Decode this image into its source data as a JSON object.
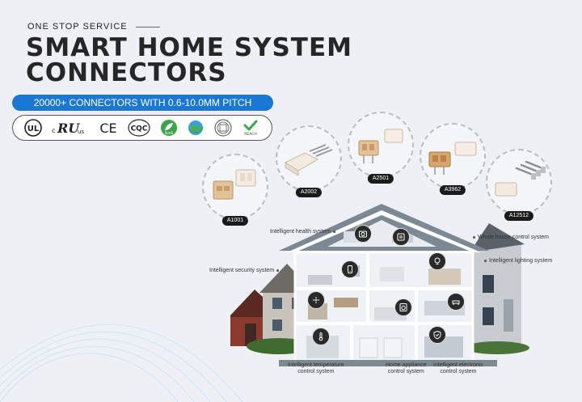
{
  "header": {
    "eyebrow": "ONE STOP SERVICE",
    "title_line1": "SMART HOME SYSTEM",
    "title_line2": "CONNECTORS",
    "pitch": "20000+ CONNECTORS  WITH 0.6-10.0MM PITCH"
  },
  "certifications": [
    {
      "icon": "ul-icon",
      "text": "UL"
    },
    {
      "icon": "cru-us-icon",
      "text": "RU",
      "prefix": "c",
      "suffix": "us"
    },
    {
      "icon": "ce-icon",
      "text": "CE"
    },
    {
      "icon": "cqc-icon",
      "text": "CQC"
    },
    {
      "icon": "rohs-icon",
      "text": "RoHS"
    },
    {
      "icon": "globe-icon",
      "text": ""
    },
    {
      "icon": "iso-seal-icon",
      "text": ""
    },
    {
      "icon": "reach-icon",
      "text": "REACH"
    }
  ],
  "connectors": [
    {
      "model": "A1001"
    },
    {
      "model": "A2002"
    },
    {
      "model": "A2501"
    },
    {
      "model": "A3962"
    },
    {
      "model": "A12512"
    }
  ],
  "systems": {
    "health": "Intelligent health system",
    "whole_house": "Whole house control system",
    "lighting": "Intelligent lighting system",
    "security": "Intelligent security system",
    "temperature_line1": "Intelligent temperature",
    "temperature_line2": "control system",
    "appliance_line1": "Home appliance",
    "appliance_line2": "control system",
    "electronic_line1": "Intelligent electronic",
    "electronic_line2": "control system"
  },
  "colors": {
    "accent": "#1b78d2",
    "background": "#eef0f6",
    "text": "#262626"
  }
}
